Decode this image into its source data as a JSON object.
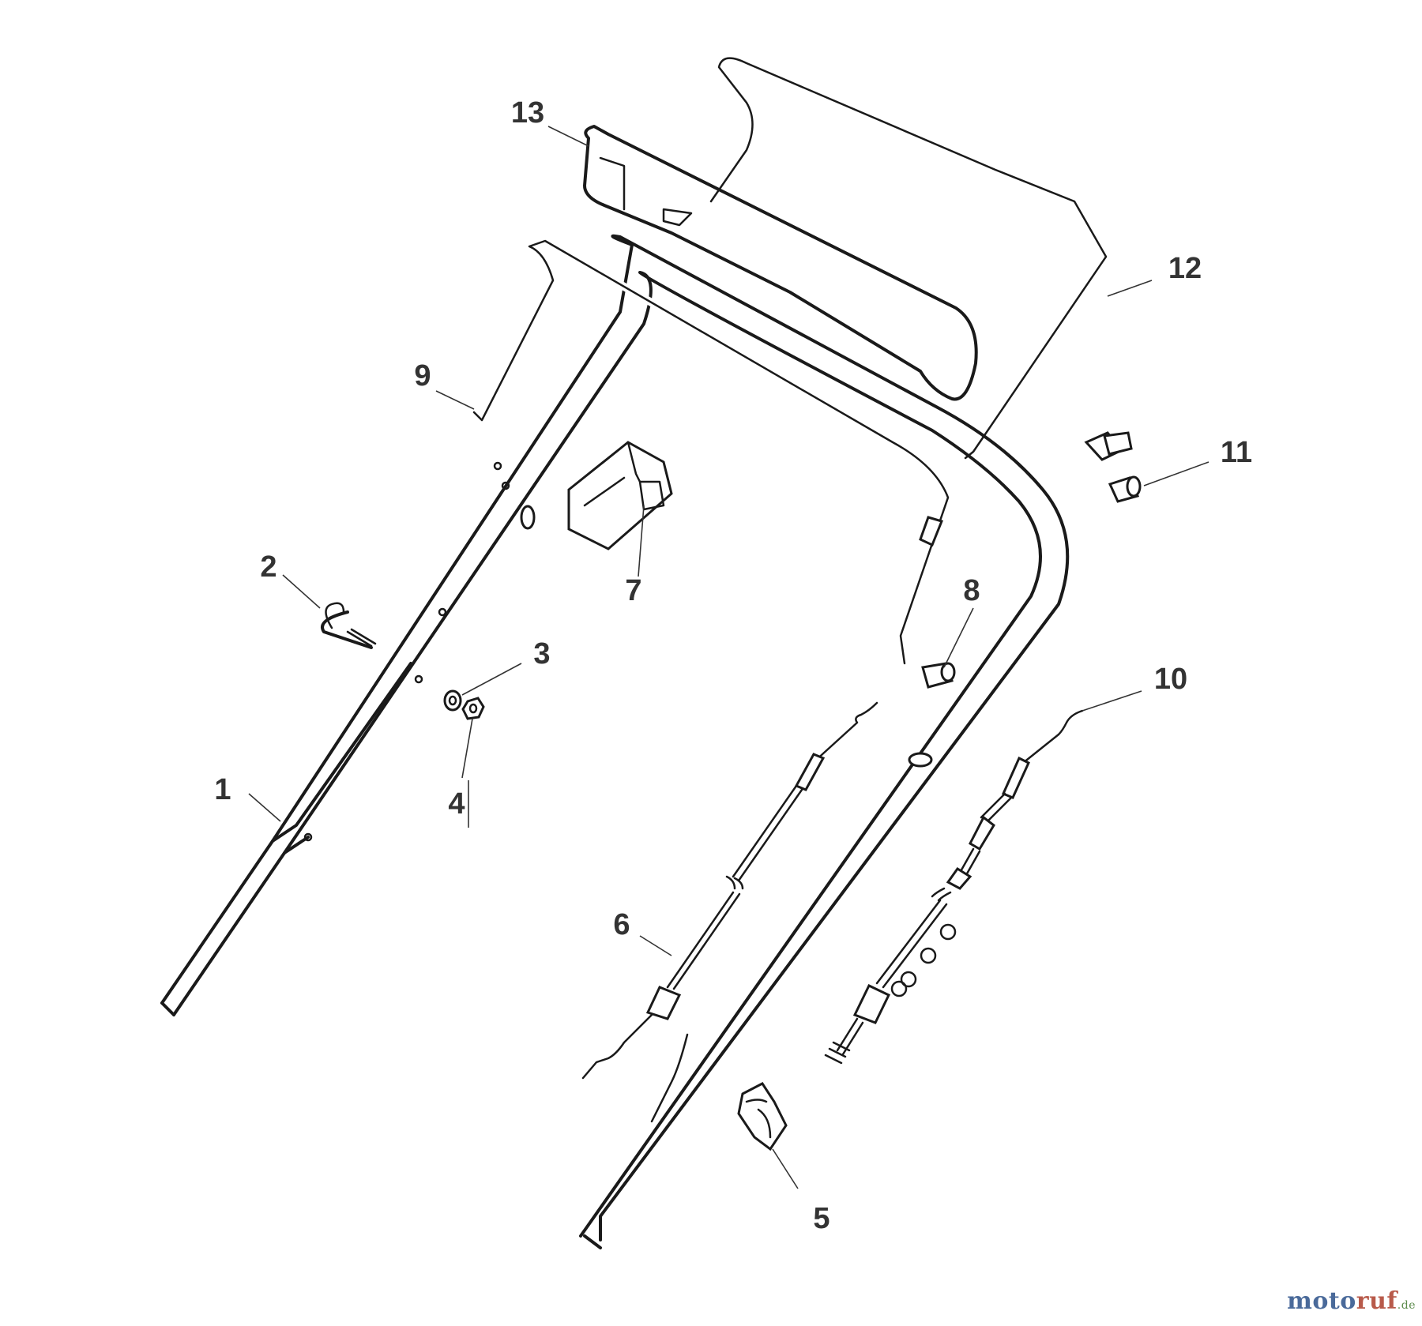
{
  "diagram": {
    "callouts": [
      {
        "id": "1",
        "label": "1"
      },
      {
        "id": "2",
        "label": "2"
      },
      {
        "id": "3",
        "label": "3"
      },
      {
        "id": "4",
        "label": "4"
      },
      {
        "id": "5",
        "label": "5"
      },
      {
        "id": "6",
        "label": "6"
      },
      {
        "id": "7",
        "label": "7"
      },
      {
        "id": "8",
        "label": "8"
      },
      {
        "id": "9",
        "label": "9"
      },
      {
        "id": "10",
        "label": "10"
      },
      {
        "id": "11",
        "label": "11"
      },
      {
        "id": "12",
        "label": "12"
      },
      {
        "id": "13",
        "label": "13"
      }
    ]
  },
  "watermark": {
    "part1": "moto",
    "part2": "ruf",
    "part3": ".de"
  },
  "colors": {
    "line": "#1a1a1a",
    "label": "#333333",
    "background": "#ffffff"
  }
}
